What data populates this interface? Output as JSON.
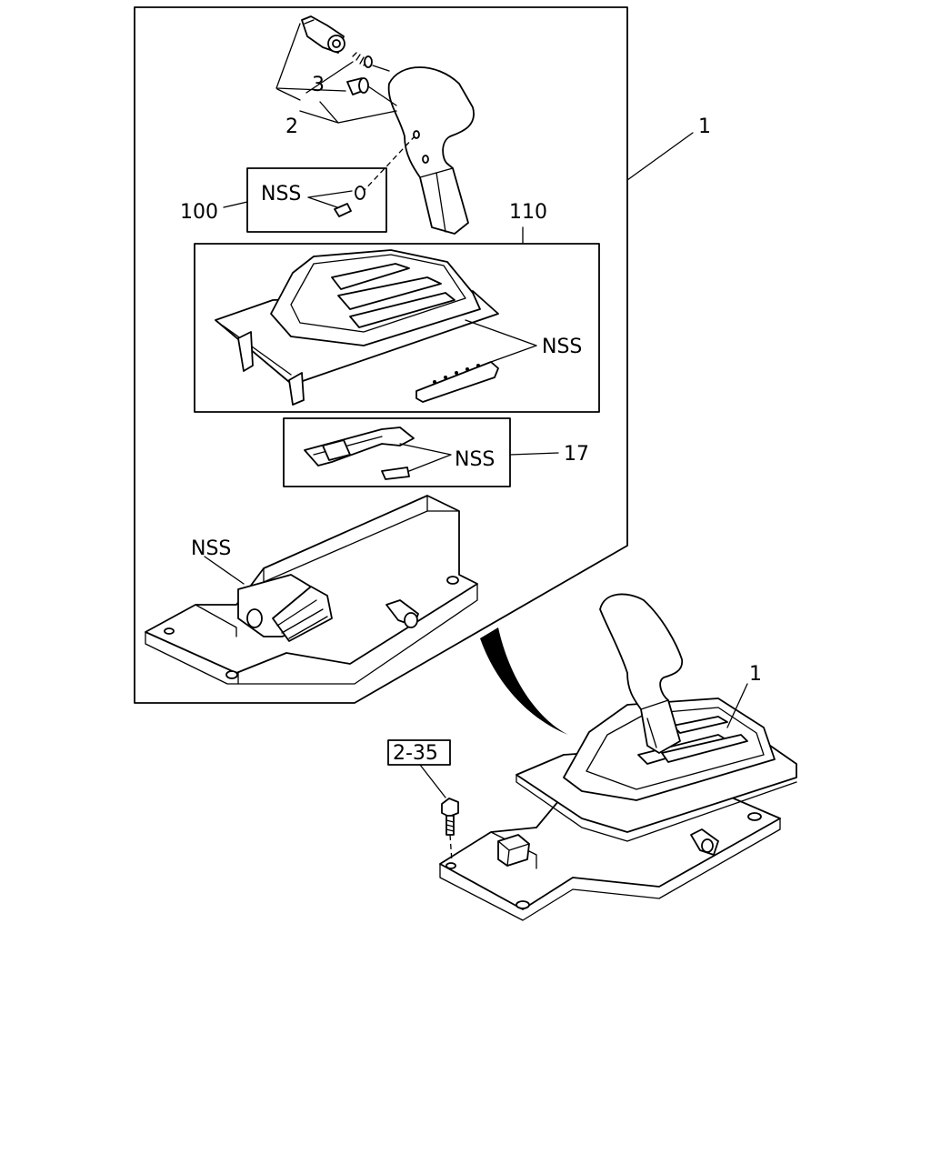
{
  "callouts": {
    "assembly_top": "1",
    "assembly_bottom": "1",
    "item_2": "2",
    "item_3": "3",
    "item_100": "100",
    "item_110": "110",
    "item_17": "17",
    "nss_100": "NSS",
    "nss_110": "NSS",
    "nss_17": "NSS",
    "nss_housing": "NSS",
    "ref_2_35": "2-35"
  }
}
